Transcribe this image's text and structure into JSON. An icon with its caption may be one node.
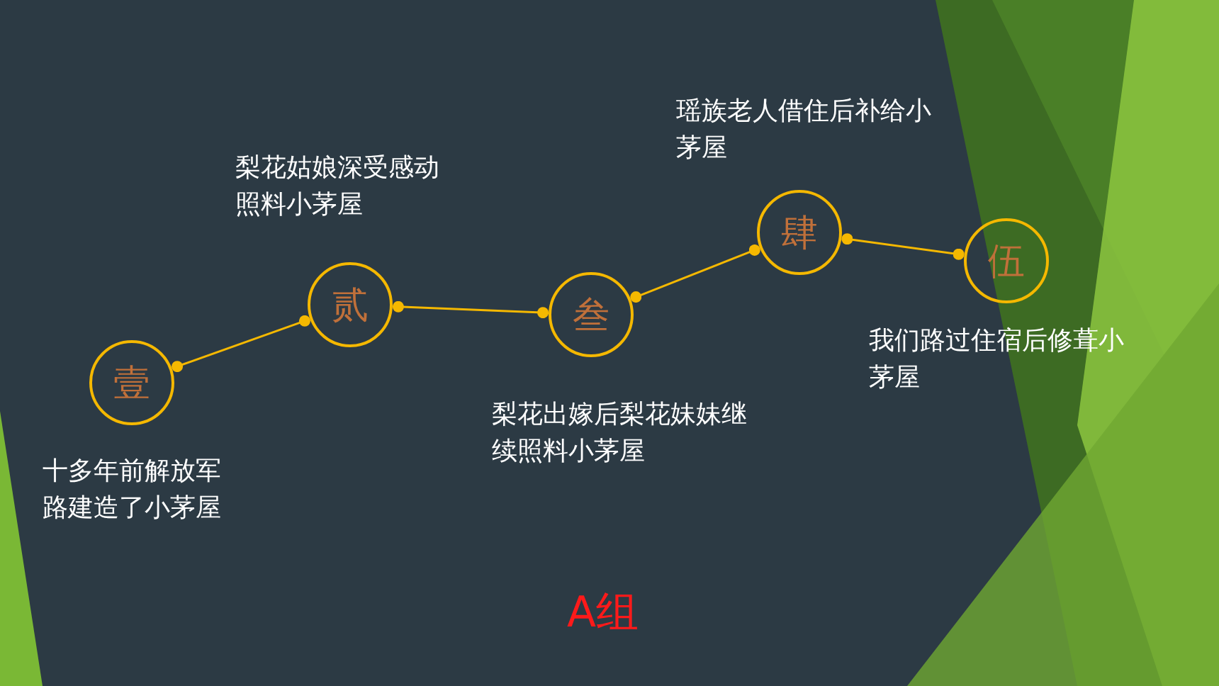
{
  "diagram": {
    "nodes": [
      {
        "text": [
          "壹"
        ],
        "beside": [
          "十多年前解放军路建造了小茅屋"
        ]
      },
      {
        "text": [
          "贰"
        ],
        "beside": [
          "梨花姑娘深受感动照料小茅屋"
        ]
      },
      {
        "text": [
          "叁"
        ],
        "beside": [
          "梨花出嫁后梨花妹妹继续照料小茅屋"
        ]
      },
      {
        "text": [
          "肆"
        ],
        "beside": [
          "瑶族老人借住后补给小茅屋"
        ]
      },
      {
        "text": [
          "伍"
        ],
        "beside": [
          "我们路过住宿后修葺小茅屋"
        ]
      }
    ],
    "edges": [
      {
        "from": 0,
        "to": 1,
        "arrow": "other"
      },
      {
        "from": 1,
        "to": 2,
        "arrow": "other"
      },
      {
        "from": 2,
        "to": 3,
        "arrow": "other"
      },
      {
        "from": 3,
        "to": 4,
        "arrow": "other"
      }
    ],
    "labels": [
      "A组"
    ]
  }
}
